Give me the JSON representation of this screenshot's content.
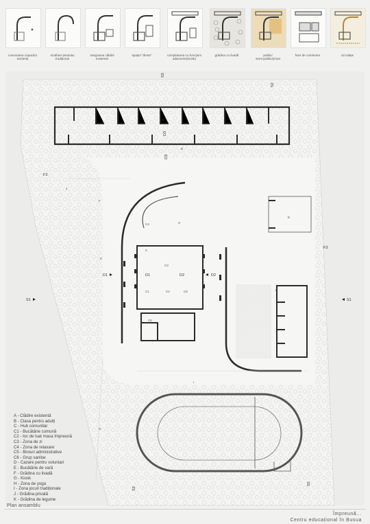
{
  "steps": [
    {
      "label": "conectarea copacilor\nexistenți",
      "icon": "site-concept-thumb"
    },
    {
      "label": "motifare țesutului\ntradițional",
      "icon": "site-concept-thumb"
    },
    {
      "label": "integrarea clădirii\nexistente",
      "icon": "site-concept-thumb"
    },
    {
      "label": "spațiul \"dintre\"",
      "icon": "site-concept-thumb"
    },
    {
      "label": "completarea cu funcțiuni\nadiacente(Kiosk)",
      "icon": "site-concept-thumb"
    },
    {
      "label": "grădina cu livadă",
      "icon": "site-concept-thumb"
    },
    {
      "label": "public/\nsemi-public/privat",
      "icon": "site-concept-thumb"
    },
    {
      "label": "faze de construire",
      "icon": "site-concept-thumb"
    },
    {
      "label": "circulație",
      "icon": "site-concept-thumb"
    }
  ],
  "plan": {
    "sections": [
      "S1",
      "S1",
      "S2",
      "S2",
      "S3",
      "S3",
      "D1",
      "D1",
      "D2",
      "D2",
      "D3",
      "D3",
      "F3",
      "F3"
    ],
    "zones": [
      "A",
      "B",
      "C",
      "C1",
      "C2",
      "C3",
      "C4",
      "C5",
      "C6",
      "D",
      "E",
      "F",
      "G",
      "H",
      "I",
      "J",
      "K"
    ]
  },
  "legend": [
    "A - Clădire existentă",
    "B - Clasa pentru adulți",
    "C - Hub comunitar",
    "C1 - Bucătărie comună",
    "C2 - loc de luat masa împreună",
    "C3 - Zona de zi",
    "C4 - Zona de relaxare",
    "C5 - Birouri administrative",
    "C6 - Grup sanitar",
    "D - Cazare pentru voluntari",
    "E - Bucătărie de vară",
    "F - Grădina cu livadă",
    "G - Kiosk",
    "H - Zona de yoga",
    "I - Zona jocuri tradiționale",
    "J - Grădina privată",
    "K - Grădina de legume"
  ],
  "footer": {
    "plan_title": "Plan ansamblu",
    "project_title_1": "Împreună...",
    "project_title_2": "Centru educațional în Busua"
  },
  "colors": {
    "background": "#f1f1f0",
    "wall": "#2b2b2b",
    "vegetation": "#d8d8d6",
    "highlight": "#e9c27a"
  }
}
